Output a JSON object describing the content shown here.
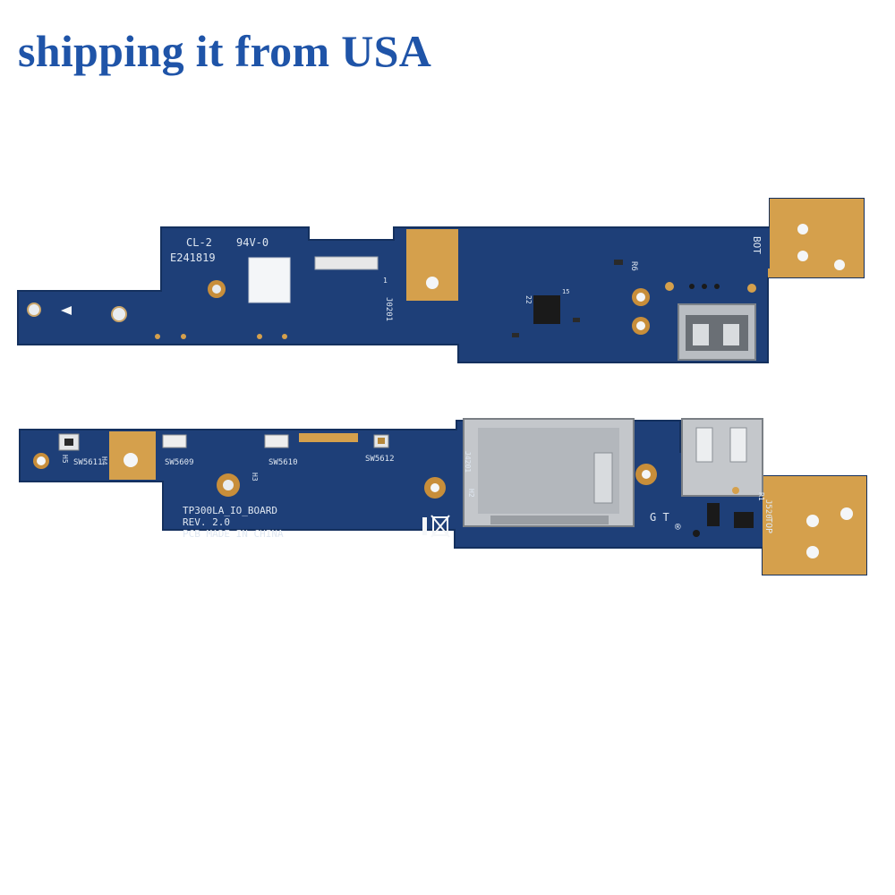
{
  "headline": "shipping it from USA",
  "colors": {
    "headline": "#1f54a8",
    "pcb": "#1e3f78",
    "pcb_edge": "#14305e",
    "copper": "#d5a04c",
    "silkscreen": "#dfe7f1"
  },
  "top_board": {
    "ul_mark": "CL-2",
    "rating": "94V-0",
    "file_no": "E241819",
    "connector": "J0201",
    "pin_one": "1",
    "chip_ref": "22",
    "chip_pin": "15",
    "part_ref": "R6",
    "side": "BOT"
  },
  "bottom_board": {
    "switches": [
      "SW5611",
      "SW5609",
      "SW5610",
      "SW5612"
    ],
    "holes": [
      "H5",
      "H4",
      "H3",
      "H2"
    ],
    "model": "TP300LA_IO_BOARD",
    "revision": "REV. 2.0",
    "origin": "PCB MADE IN CHINA",
    "card_slot": "J4201",
    "letters": "G T",
    "usb_ref": "J520",
    "part_ref": "R1",
    "side": "TOP"
  }
}
